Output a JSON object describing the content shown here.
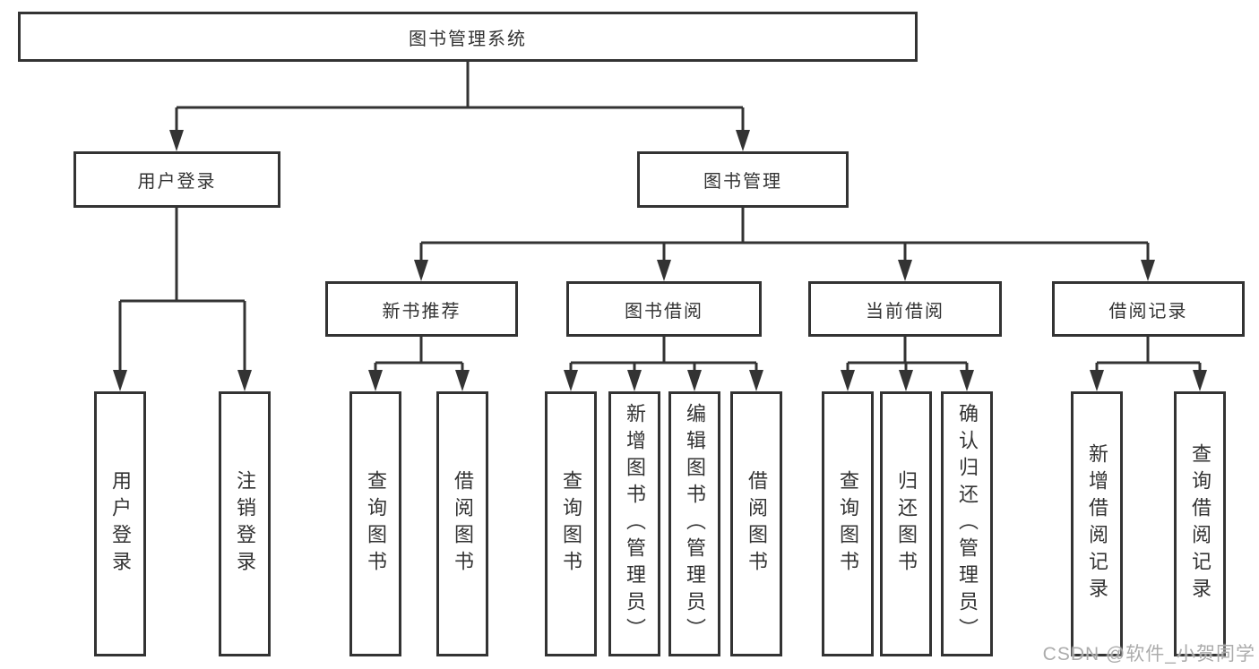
{
  "diagram": {
    "title": "图书管理系统",
    "watermark": "CSDN @软件_小贺同学",
    "colors": {
      "line": "#333333",
      "box_border": "#333333",
      "box_fill": "#ffffff",
      "text": "#333333",
      "watermark": "#a8a8a8"
    },
    "hierarchy": {
      "图书管理系统": {
        "用户登录": [
          "用户登录",
          "注销登录"
        ],
        "图书管理": {
          "新书推荐": [
            "查询图书",
            "借阅图书"
          ],
          "图书借阅": [
            "查询图书",
            "新增图书（管理员）",
            "编辑图书（管理员）",
            "借阅图书"
          ],
          "当前借阅": [
            "查询图书",
            "归还图书",
            "确认归还（管理员）"
          ],
          "借阅记录": [
            "新增借阅记录",
            "查询借阅记录"
          ]
        }
      }
    }
  },
  "nodes": {
    "root": "图书管理系统",
    "user_login": "用户登录",
    "book_mgmt": "图书管理",
    "new_book_rec": "新书推荐",
    "book_borrow": "图书借阅",
    "current_borrow": "当前借阅",
    "borrow_records": "借阅记录",
    "leaf_user_login": "用户登录",
    "leaf_logout": "注销登录",
    "rec_query_book": "查询图书",
    "rec_borrow_book": "借阅图书",
    "bb_query_book": "查询图书",
    "bb_add_book": "新增图书（管理员）",
    "bb_edit_book": "编辑图书（管理员）",
    "bb_borrow_book": "借阅图书",
    "cb_query_book": "查询图书",
    "cb_return_book": "归还图书",
    "cb_confirm_return": "确认归还（管理员）",
    "br_add_record": "新增借阅记录",
    "br_query_record": "查询借阅记录"
  }
}
